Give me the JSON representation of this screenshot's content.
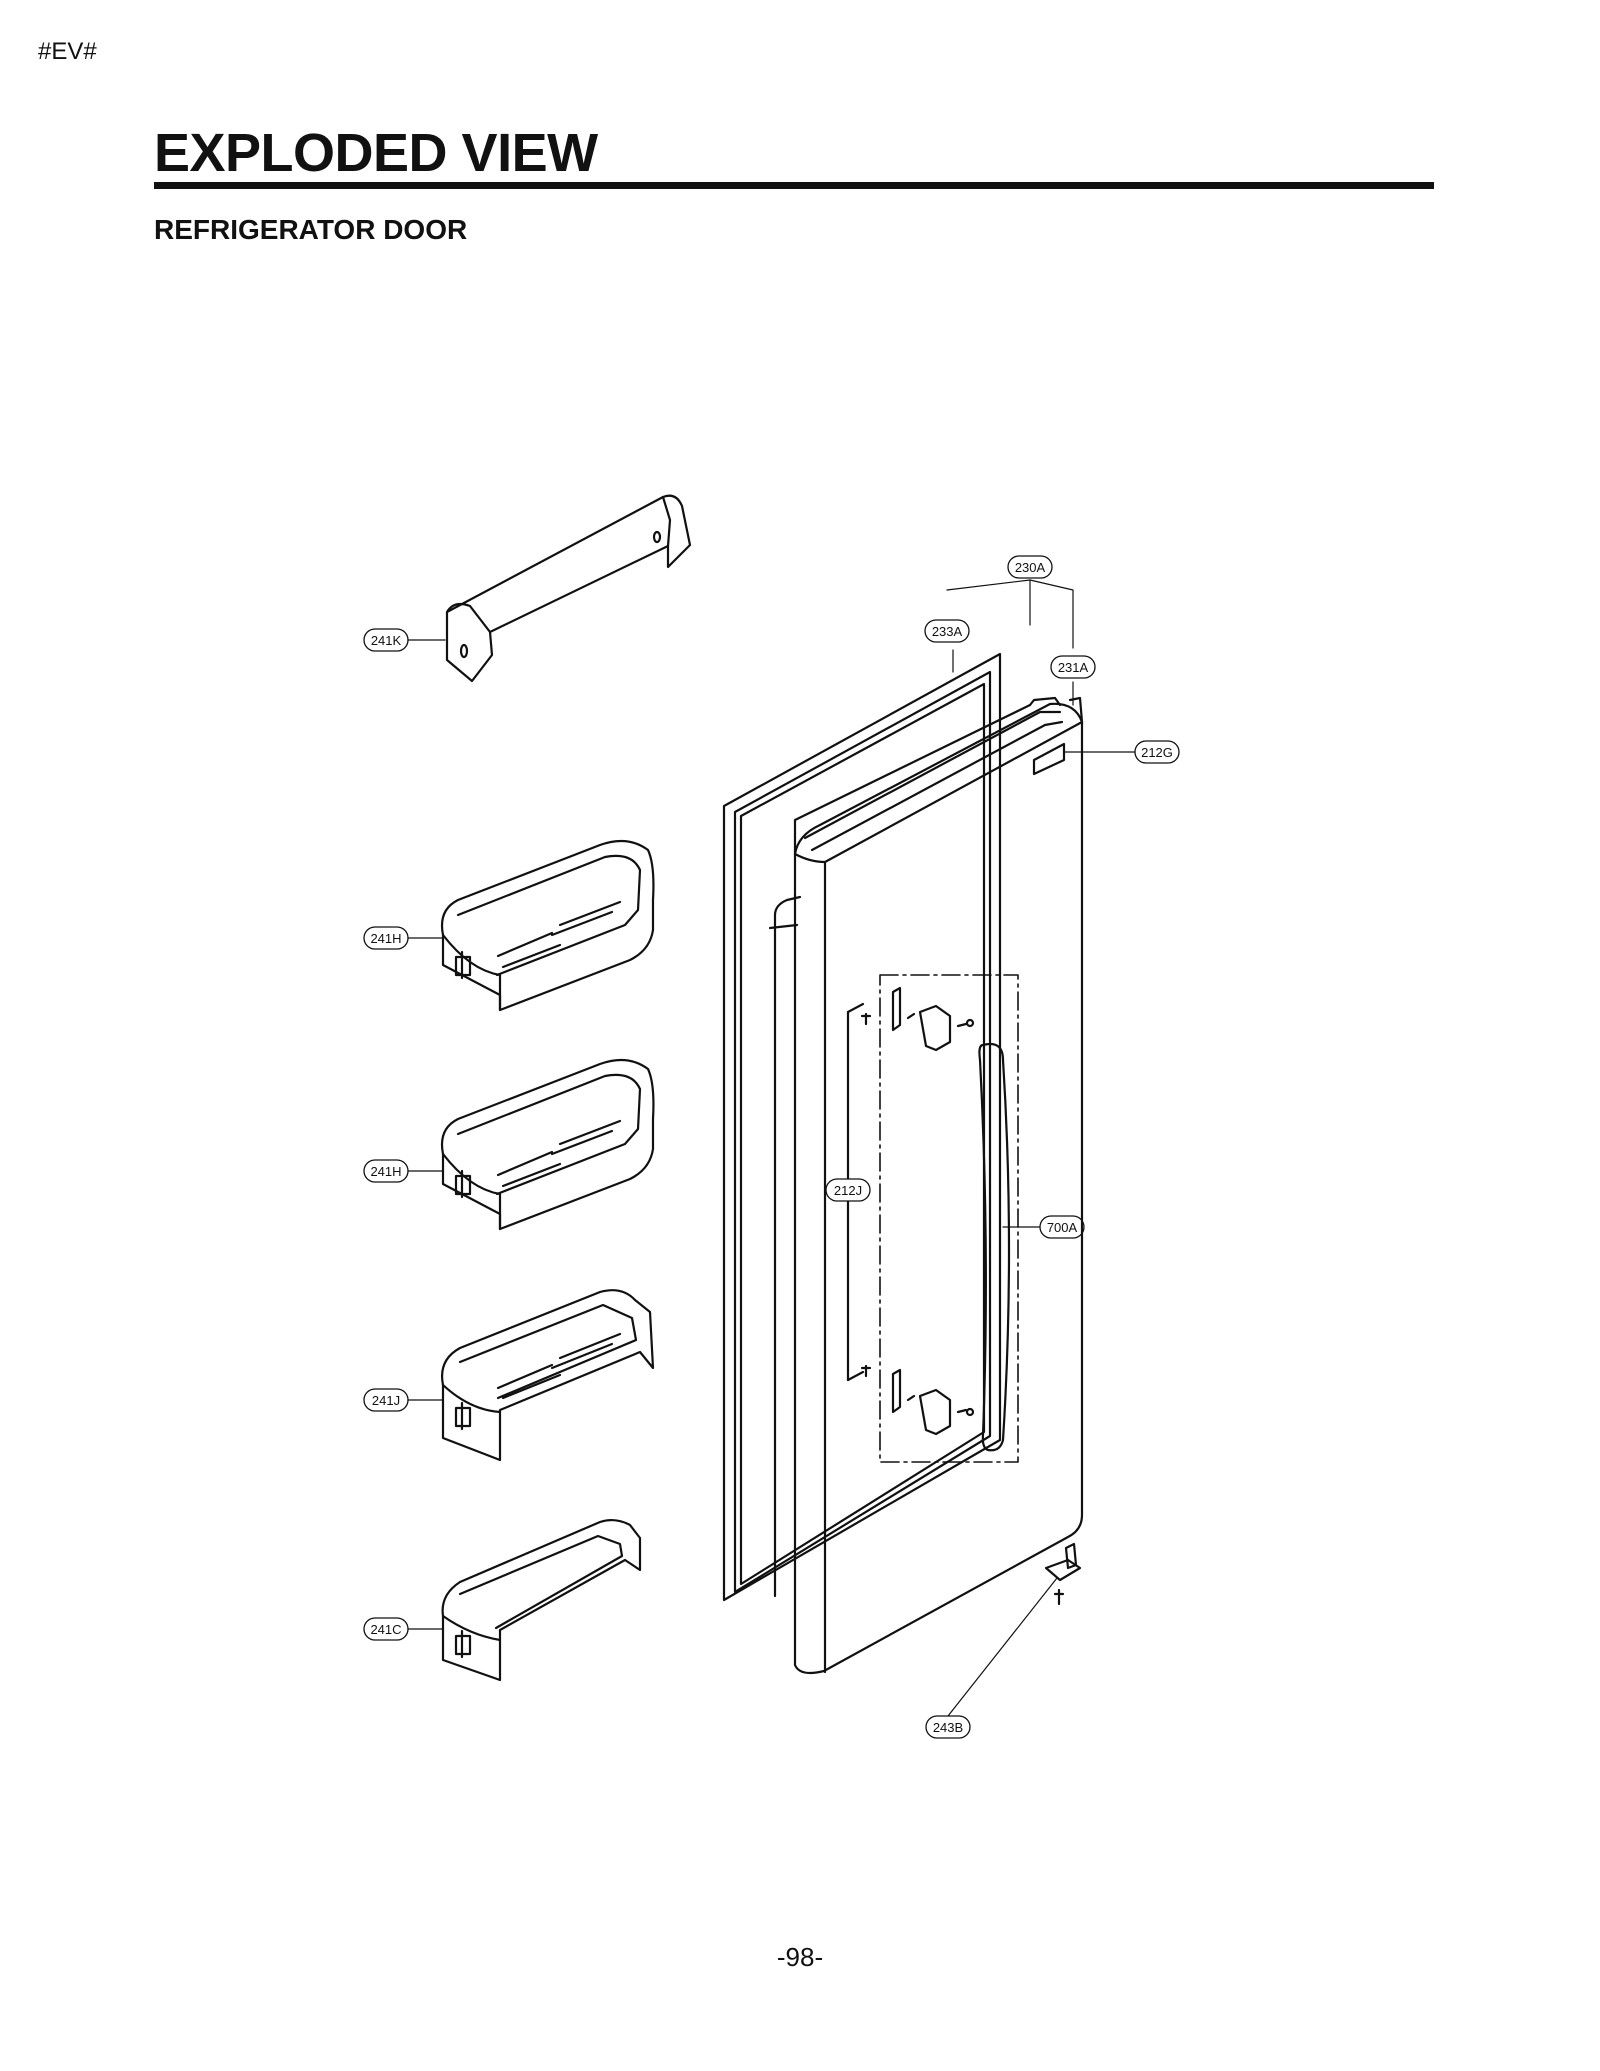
{
  "header": {
    "tag": "#EV#",
    "title": "EXPLODED VIEW",
    "subtitle": "REFRIGERATOR DOOR"
  },
  "footer": {
    "page_number": "-98-"
  },
  "parts": {
    "p230A": "230A",
    "p233A": "233A",
    "p231A": "231A",
    "p212G": "212G",
    "p241K": "241K",
    "p241H_top": "241H",
    "p241H_bottom": "241H",
    "p241J": "241J",
    "p241C": "241C",
    "p212J": "212J",
    "p700A": "700A",
    "p243B": "243B"
  }
}
